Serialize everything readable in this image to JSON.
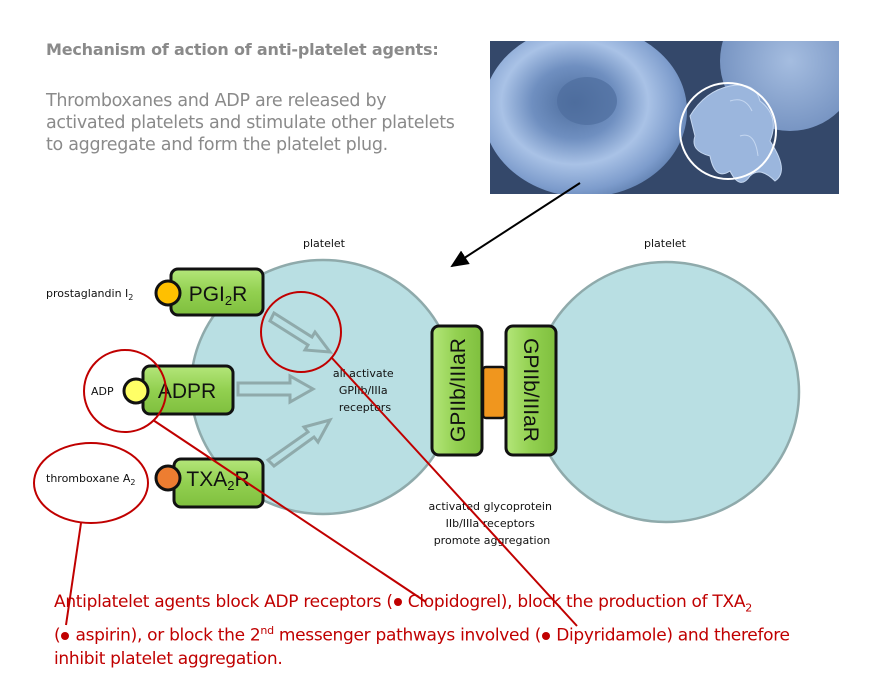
{
  "heading": "Mechanism of action of anti-platelet agents:",
  "intro": "Thromboxanes and ADP are released by activated platelets and stimulate other platelets to aggregate and form the platelet plug.",
  "photo": {
    "description": "electron micrograph of red blood cell and activated platelet",
    "highlight": "activated platelet circled"
  },
  "diagram": {
    "platelet_left_label": "platelet",
    "platelet_right_label": "platelet",
    "ligands": [
      {
        "name": "prostaglandin I",
        "sub": "2",
        "color": "#ffc000"
      },
      {
        "name": "ADP",
        "sub": "",
        "color": "#ffff66"
      },
      {
        "name": "thromboxane A",
        "sub": "2",
        "color": "#ed7d31"
      }
    ],
    "receptors": [
      {
        "pre": "PGI",
        "sub": "2",
        "post": "R"
      },
      {
        "pre": "ADPR",
        "sub": "",
        "post": ""
      },
      {
        "pre": "TXA",
        "sub": "2",
        "post": "R"
      }
    ],
    "center_text": [
      "all activate",
      "GPIIb/IIIa",
      "receptors"
    ],
    "gp_receptor_left": "GPIIb/IIIaR",
    "gp_receptor_right": "GPIIb/IIIaR",
    "aggregation_text": [
      "activated glycoprotein",
      "IIb/IIIa receptors",
      "promote aggregation"
    ],
    "colors": {
      "platelet_fill": "#b9dfe3",
      "platelet_stroke": "#8faaab",
      "receptor_fill": "#92d050",
      "bridge_fill": "#f0961e",
      "annotation_red": "#c00000"
    }
  },
  "bottom_text": {
    "part1": "Antiplatelet agents block ADP receptors (",
    "drug1": "Clopidogrel), block the production of TXA",
    "sub1": "2",
    "part2": "(",
    "drug2": "aspirin), or block the 2",
    "sup2": "nd",
    "part3": " messenger pathways involved (",
    "drug3": "Dipyridamole) and therefore",
    "part4": "inhibit platelet aggregation."
  }
}
